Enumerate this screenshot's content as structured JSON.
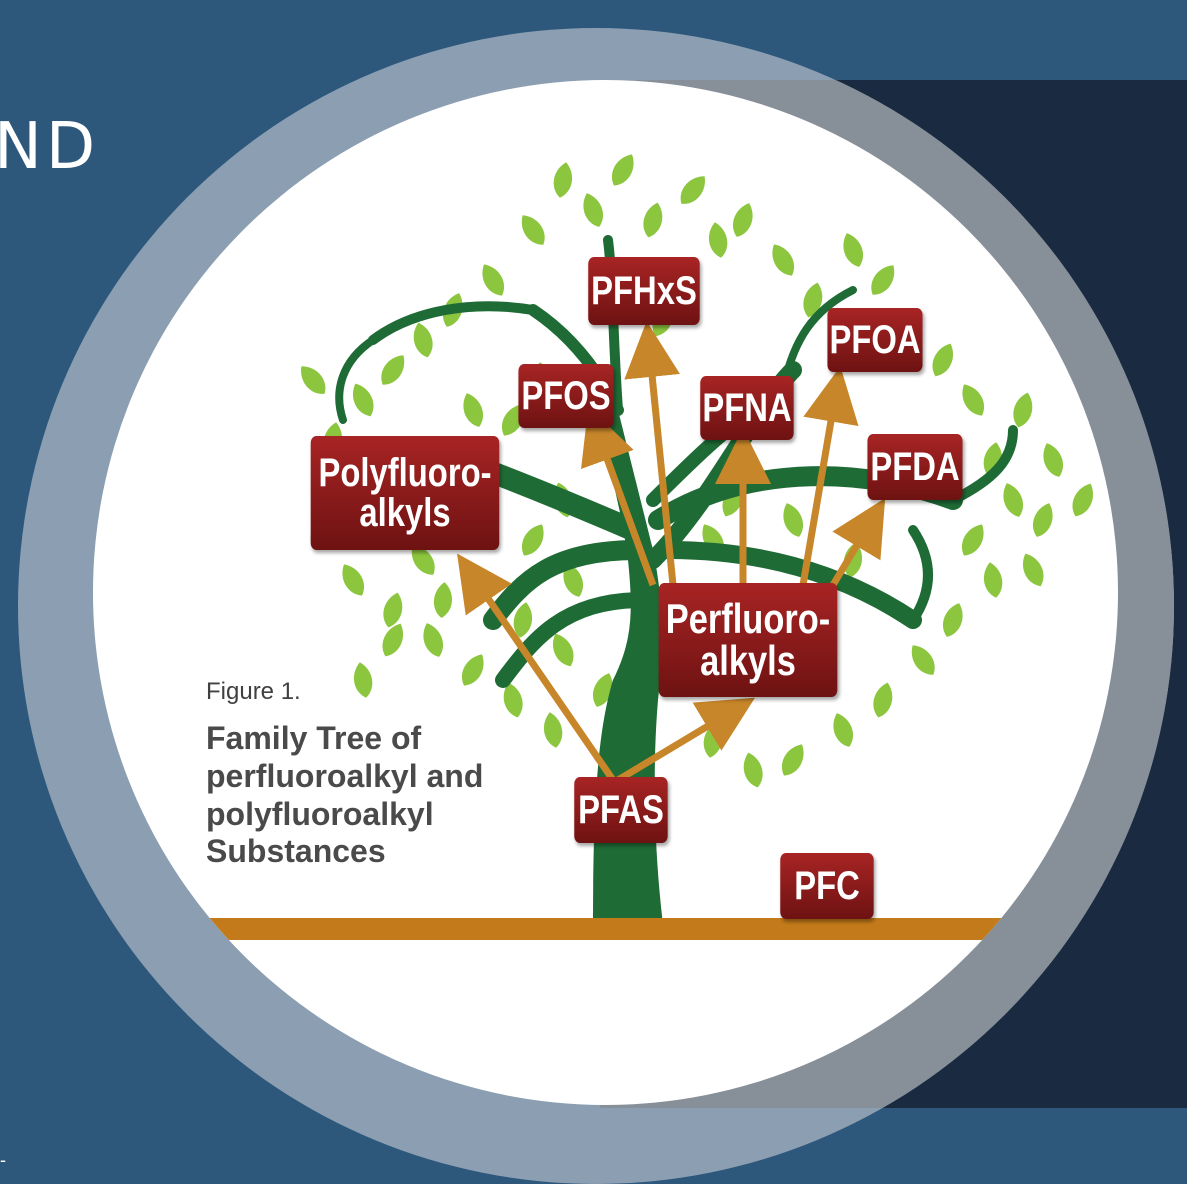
{
  "slide": {
    "heading_fragment": "ND",
    "corner_mark": "-",
    "colors": {
      "background": "#2d587c",
      "panel": "#1a2a40",
      "ring": "#8c9fb2"
    }
  },
  "figure": {
    "number": "Figure 1.",
    "title": "Family Tree of perfluoroalkyl and polyfluoroalkyl Substances",
    "nodes": {
      "pfhxs": "PFHxS",
      "pfoa": "PFOA",
      "pfos": "PFOS",
      "pfna": "PFNA",
      "pfda": "PFDA",
      "polyfluoroalkyls_1": "Polyfluoro-",
      "polyfluoroalkyls_2": "alkyls",
      "perfluoroalkyls_1": "Perfluoro-",
      "perfluoroalkyls_2": "alkyls",
      "pfas": "PFAS",
      "pfc": "PFC"
    },
    "colors": {
      "label_fill": "#8a1c1c",
      "trunk": "#1f6b35",
      "leaf": "#8cc63f",
      "arrow": "#c8862a",
      "ground": "#c37a1a"
    }
  }
}
